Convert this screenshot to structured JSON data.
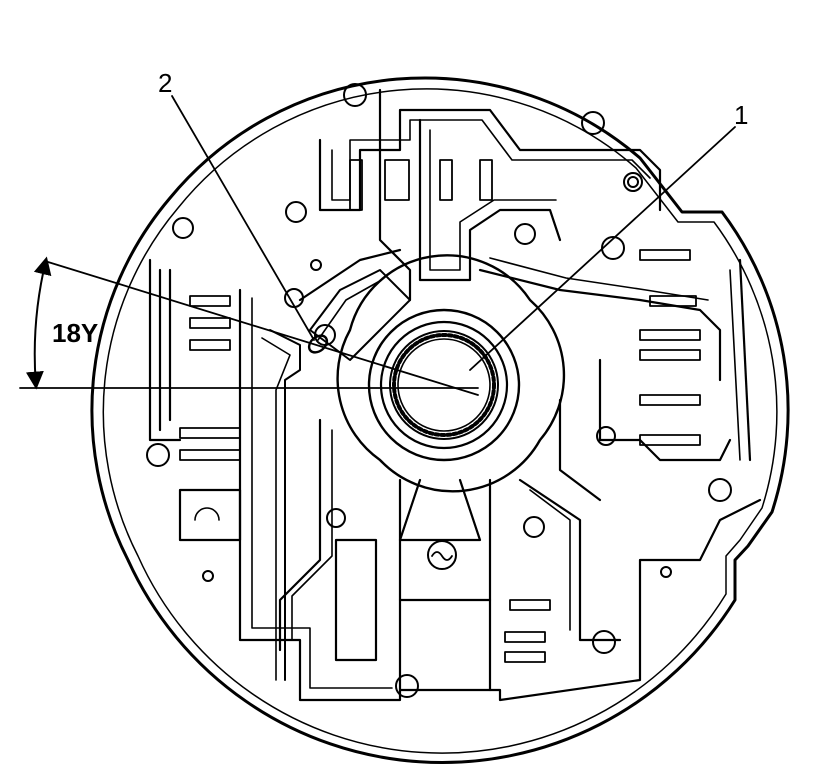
{
  "callouts": {
    "one": "1",
    "two": "2"
  },
  "angle": {
    "label": "18Y"
  },
  "colors": {
    "line": "#000000",
    "background": "#ffffff"
  }
}
